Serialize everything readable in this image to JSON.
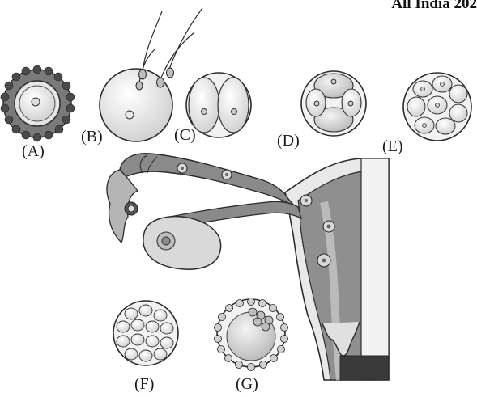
{
  "header": {
    "text": "All India 202"
  },
  "labels": {
    "a": "(A)",
    "b": "(B)",
    "c": "(C)",
    "d": "(D)",
    "e": "(E)",
    "f": "(F)",
    "g": "(G)"
  },
  "colors": {
    "stroke": "#2b2b2b",
    "cell_fill": "#ececec",
    "tube_fill": "#8a8a8a",
    "uterus_fill": "#9a9a9a",
    "dark_fill": "#3a3a3a"
  }
}
